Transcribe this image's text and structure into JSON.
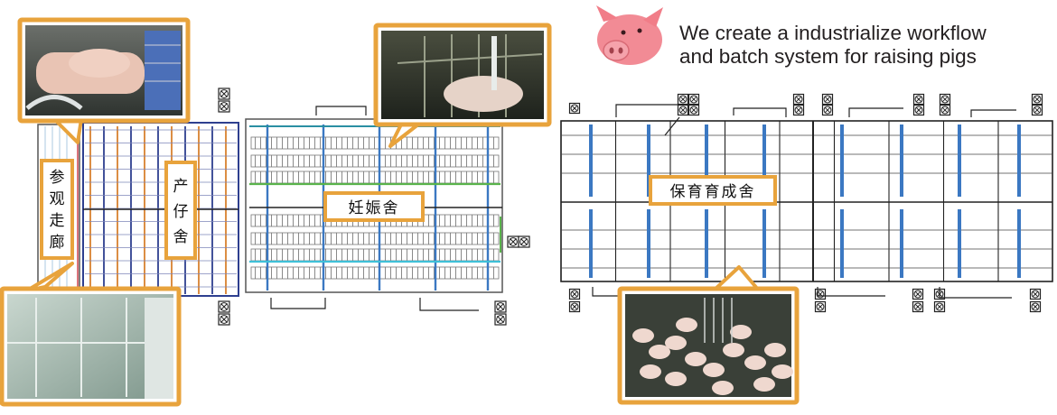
{
  "headline": {
    "line1": "We create a industrialize workflow",
    "line2": "and batch system for raising pigs"
  },
  "labels": {
    "corridor": [
      "参",
      "观",
      "走",
      "廊"
    ],
    "farrowing": [
      "产",
      "仔",
      "舍"
    ],
    "gestation": "妊娠舍",
    "nursery_finishing": "保育育成舍"
  },
  "colors": {
    "callout_orange": "#e8a33c",
    "callout_fill": "#fbe7c7",
    "feed_blue": "#3b78c2",
    "aisle_green": "#59b34b",
    "aisle_cyan": "#3fc0d8",
    "gestation_teal": "#2a8fa3",
    "farrow_red": "#d2515a",
    "farrow_orange": "#d9822f",
    "farrow_navy": "#2e3f8f",
    "line_dark": "#222222"
  },
  "icons": [
    "pig-head-icon",
    "ventilation-fan-icon",
    "drain-valve-icon"
  ]
}
